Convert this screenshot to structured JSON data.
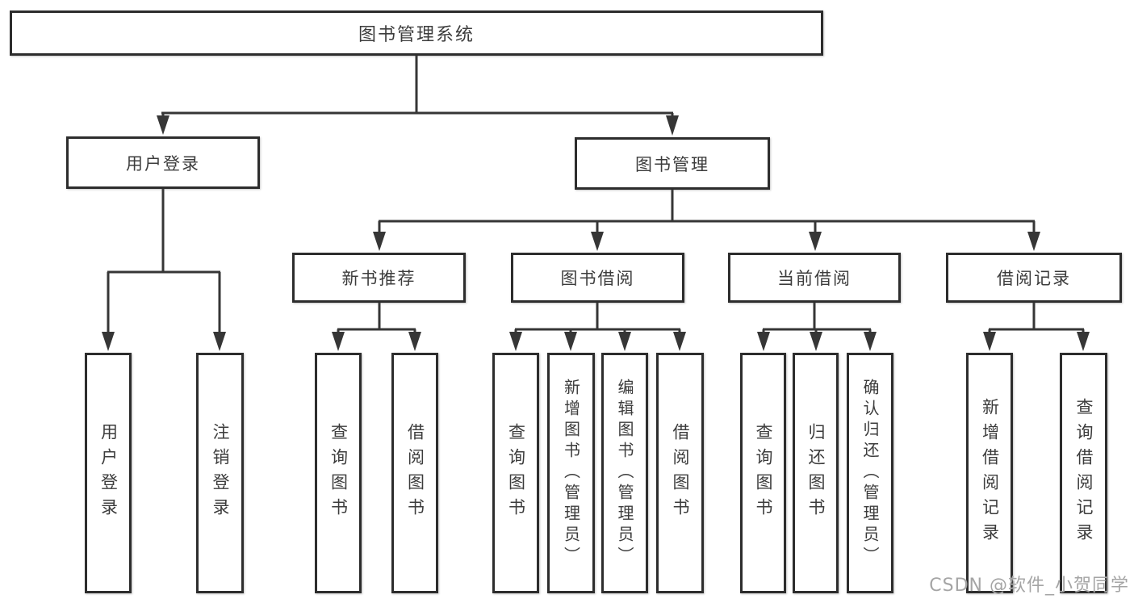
{
  "diagram": {
    "title": "图书管理系统",
    "root": {
      "label": "图书管理系统"
    },
    "level2": [
      {
        "label": "用户登录"
      },
      {
        "label": "图书管理"
      }
    ],
    "level3": [
      {
        "label": "新书推荐"
      },
      {
        "label": "图书借阅"
      },
      {
        "label": "当前借阅"
      },
      {
        "label": "借阅记录"
      }
    ],
    "leaves": {
      "user_login": [
        "用户登录",
        "注销登录"
      ],
      "new_book_recommend": [
        "查询图书",
        "借阅图书"
      ],
      "book_borrow": [
        "查询图书",
        "新增图书（管理员）",
        "编辑图书（管理员）",
        "借阅图书"
      ],
      "current_borrow": [
        "查询图书",
        "归还图书",
        "确认归还（管理员）"
      ],
      "borrow_records": [
        "新增借阅记录",
        "查询借阅记录"
      ]
    },
    "watermark": "CSDN @软件_小贺同学",
    "colors": {
      "line": "#363636",
      "box_border": "#2d2d2d",
      "text": "#3c3c3c",
      "watermark": "#a5a5a5",
      "background": "#ffffff"
    }
  }
}
